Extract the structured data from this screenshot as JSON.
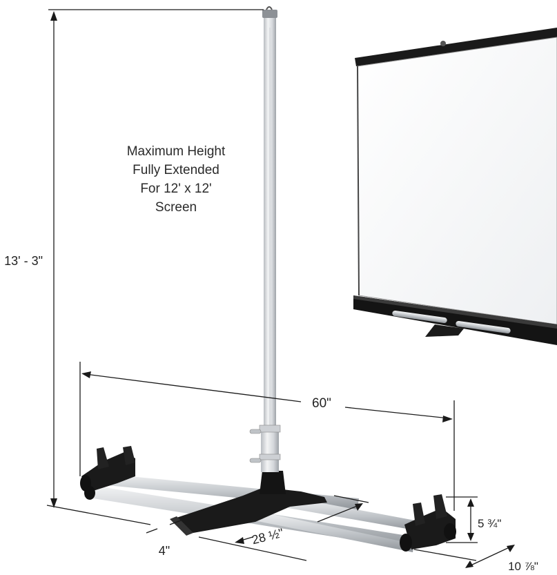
{
  "caption": {
    "lines": [
      "Maximum Height",
      "Fully Extended",
      "For 12' x 12'",
      "Screen"
    ]
  },
  "dimensions": {
    "height": "13' - 3\"",
    "width": "60\"",
    "span": "28 ½\"",
    "foot_height": "5 ¾\"",
    "foot_depth": "10 ⅞\"",
    "leg_offset": "4\""
  },
  "colors": {
    "pole": "#d9dcdf",
    "pole_shade": "#a9adb2",
    "base": "#1c1c1c",
    "rail": "#c9cdd1",
    "screen_case": "#141414"
  }
}
